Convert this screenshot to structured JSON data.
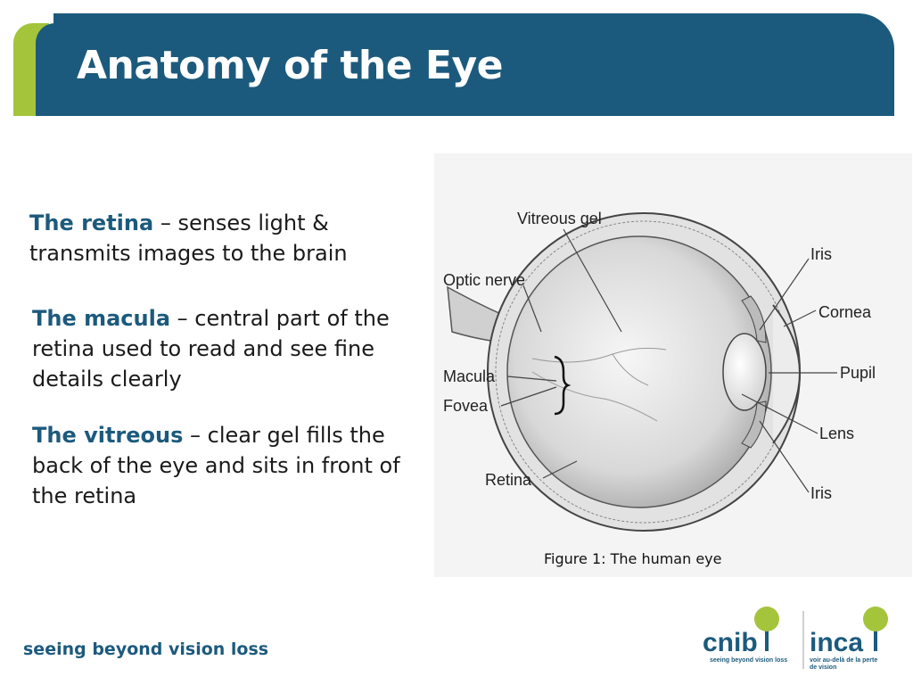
{
  "slide": {
    "title": "Anatomy of the Eye"
  },
  "paragraphs": {
    "retina": {
      "term": "The retina",
      "text": " – senses light & transmits images to the brain"
    },
    "macula": {
      "term": "The macula",
      "text": " – central part of the retina used to read and see fine details clearly"
    },
    "vitreous": {
      "term": "The vitreous",
      "text": " – clear gel fills the back of the eye and sits in front of the retina"
    }
  },
  "figure": {
    "caption": "Figure 1: The human eye",
    "labels": {
      "vitreous_gel": "Vitreous gel",
      "optic_nerve": "Optic nerve",
      "macula": "Macula",
      "fovea": "Fovea",
      "retina": "Retina",
      "iris_top": "Iris",
      "cornea": "Cornea",
      "pupil": "Pupil",
      "lens": "Lens",
      "iris_bottom": "Iris"
    }
  },
  "footer": {
    "tagline": "seeing beyond vision loss",
    "logo_cnib": "cnib",
    "logo_cnib_sub": "seeing beyond vision loss",
    "logo_inca": "inca",
    "logo_inca_sub_1": "voir au-delà de la perte",
    "logo_inca_sub_2": "de vision"
  },
  "colors": {
    "brand_blue": "#1c5a7d",
    "brand_green": "#a4c43c"
  }
}
